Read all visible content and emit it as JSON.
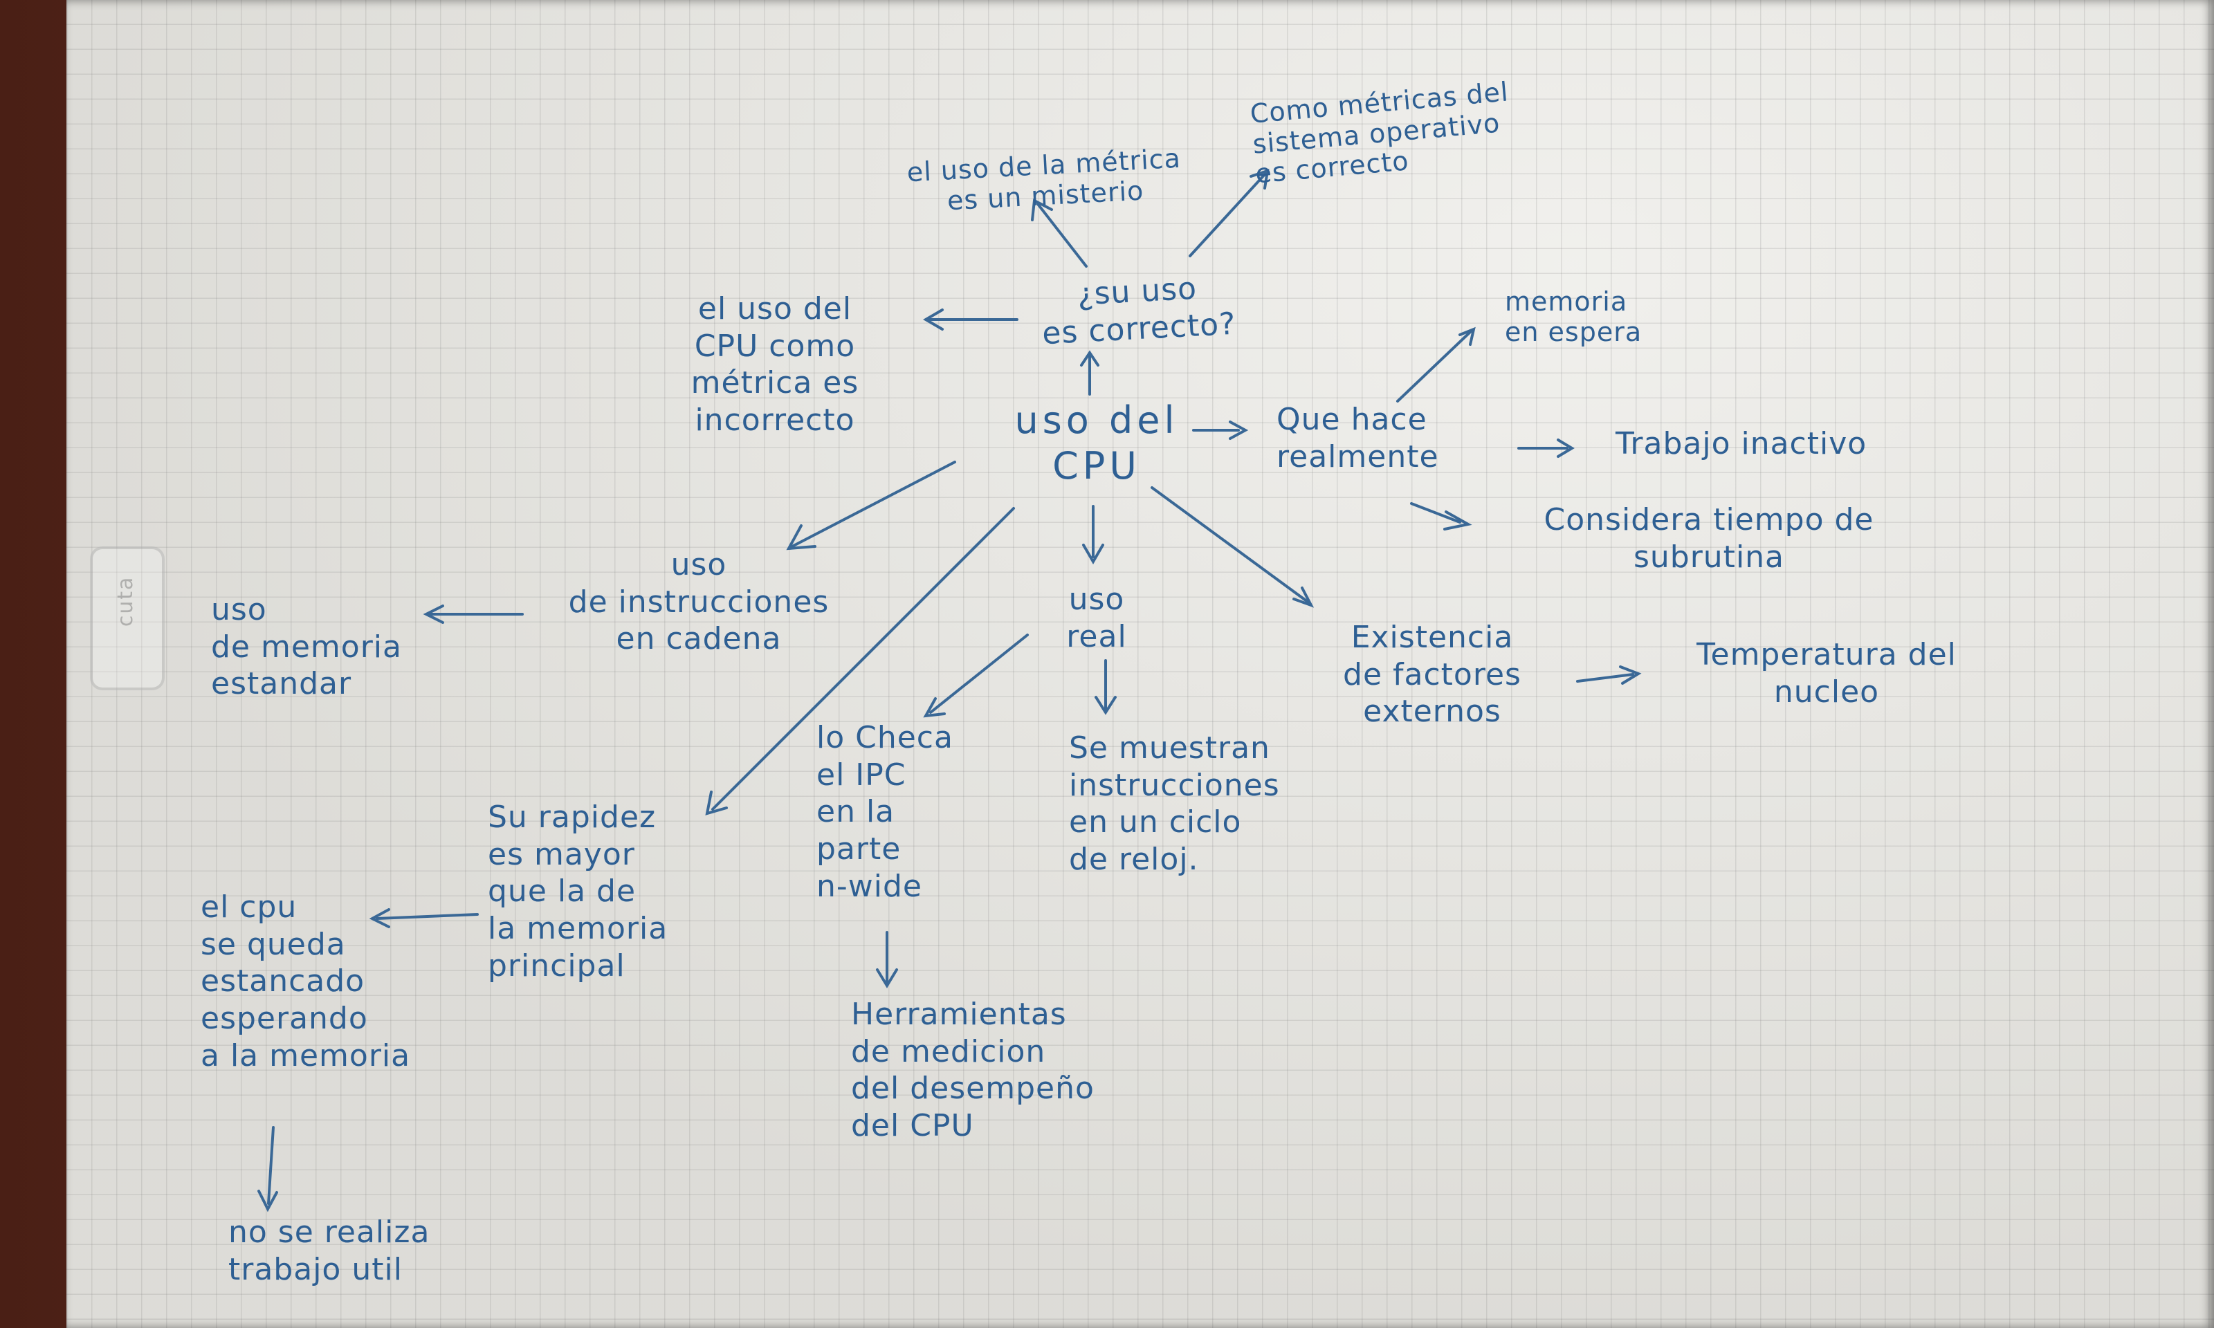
{
  "diagram": {
    "center": "uso del\nCPU",
    "nodes": {
      "es_correcto": "¿su uso\nes correcto?",
      "misterio": "el uso de la métrica\nes un misterio",
      "metricas_so": "Como métricas del\nsistema operativo\nes correcto",
      "metrica_incorrecto": "el uso del\nCPU como\nmétrica es\nincorrecto",
      "que_hace": "Que hace\nrealmente",
      "memoria_espera": "memoria\nen espera",
      "trabajo_inactivo": "Trabajo inactivo",
      "subrutina": "Considera tiempo de\nsubrutina",
      "instrucciones_cadena": "uso\nde instrucciones\nen cadena",
      "memoria_estandar": "uso\nde memoria\nestandar",
      "uso_real": "uso\nreal",
      "factores_externos": "Existencia\nde factores\nexternos",
      "temperatura": "Temperatura del\nnucleo",
      "ipc": "lo Checa\nel IPC\nen la\nparte\nn-wide",
      "instrucciones_ciclo": "Se muestran\ninstrucciones\nen un ciclo\nde reloj.",
      "herramientas": "Herramientas\nde medicion\ndel desempeño\ndel CPU",
      "rapidez": "Su rapidez\nes mayor\nque la de\nla memoria\nprincipal",
      "estancado": "el cpu\nse queda\nestancado\nesperando\na la memoria",
      "trabajo_util": "no se realiza\ntrabajo util"
    },
    "ink_color": "#2e5f93"
  }
}
